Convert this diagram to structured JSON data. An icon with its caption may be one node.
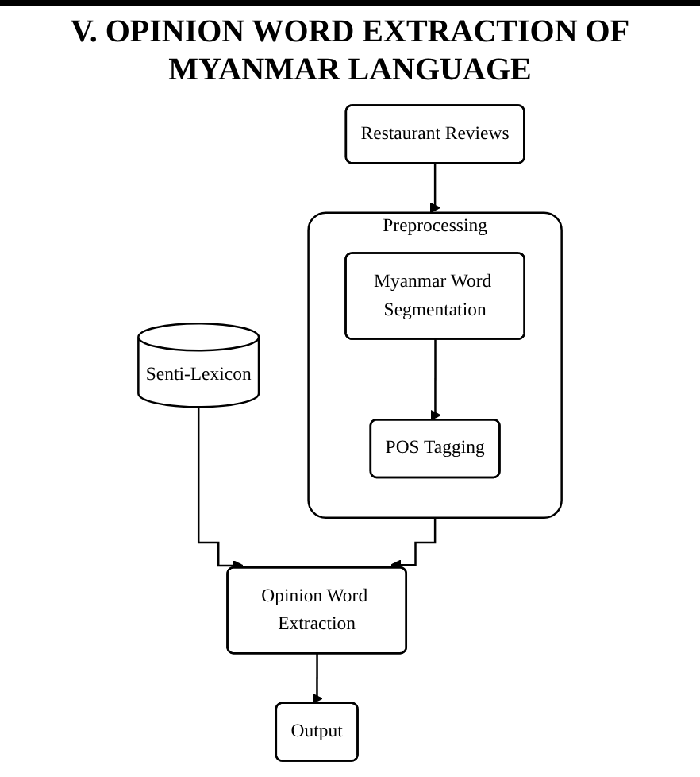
{
  "diagram": {
    "title": "V. OPINION WORD EXTRACTION OF MYANMAR LANGUAGE",
    "nodes": [
      {
        "text": [
          "Restaurant Reviews"
        ]
      },
      {
        "text": [
          "Preprocessing"
        ]
      },
      {
        "text": [
          "Myanmar Word Segmentation"
        ],
        "in": 1
      },
      {
        "text": [
          "POS Tagging"
        ],
        "in": 1
      },
      {
        "text": [
          "Senti-Lexicon"
        ]
      },
      {
        "text": [
          "Opinion Word Extraction"
        ]
      },
      {
        "text": [
          "Output"
        ]
      }
    ],
    "edges": [
      {
        "from": 0,
        "to": 1,
        "arrow": "to"
      },
      {
        "from": 2,
        "to": 3,
        "arrow": "to"
      },
      {
        "from": 1,
        "to": 5,
        "arrow": "to"
      },
      {
        "from": 4,
        "to": 5,
        "arrow": "to"
      },
      {
        "from": 5,
        "to": 6,
        "arrow": "to"
      }
    ]
  }
}
